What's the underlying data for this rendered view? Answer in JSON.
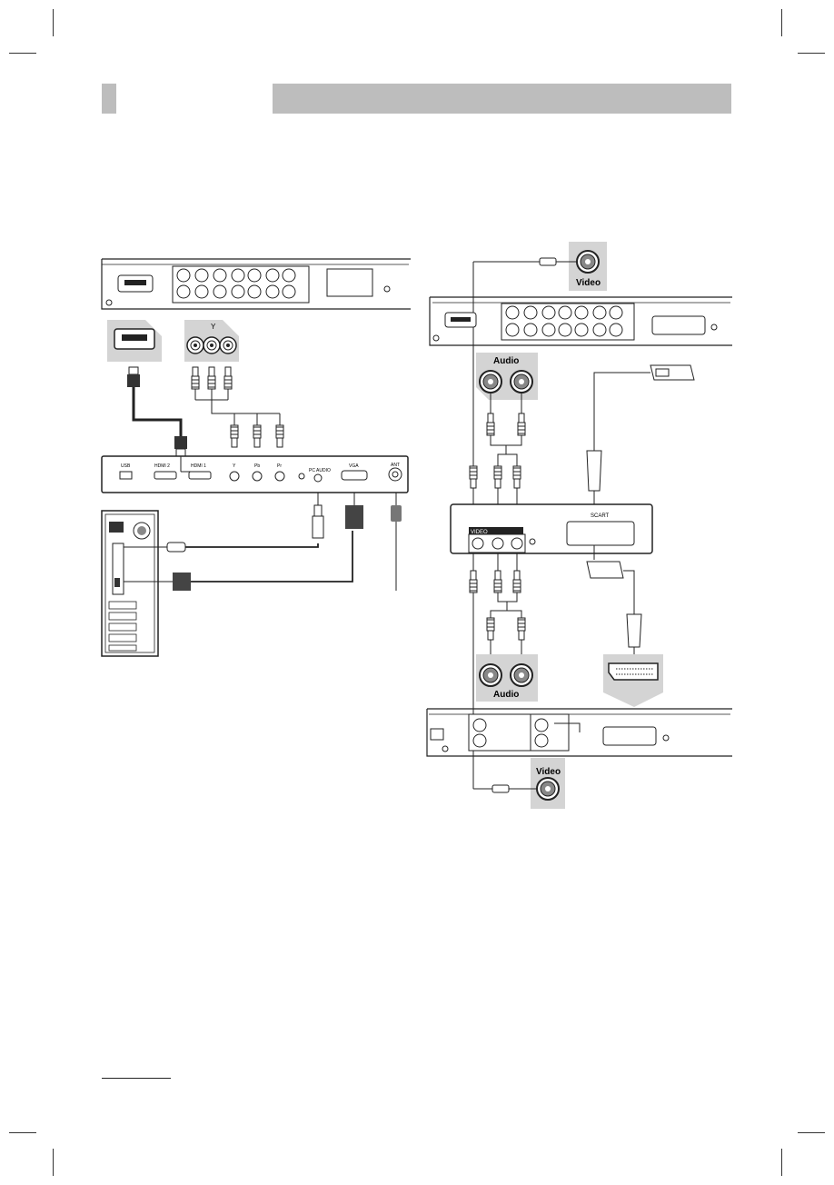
{
  "labels": {
    "video": "Video",
    "audio": "Audio",
    "scart": "SCART",
    "usb": "USB",
    "hdmi2": "HDMI 2",
    "hdmi1": "HDMI 1",
    "pc_audio": "PC AUDIO",
    "vga": "VGA",
    "ant": "ANT",
    "y": "Y",
    "pb": "Pb",
    "pr": "Pr",
    "video_small": "VIDEO"
  },
  "colors": {
    "header_gray": "#bdbdbd",
    "panel_gray": "#d4d4d4",
    "line": "#222222"
  }
}
